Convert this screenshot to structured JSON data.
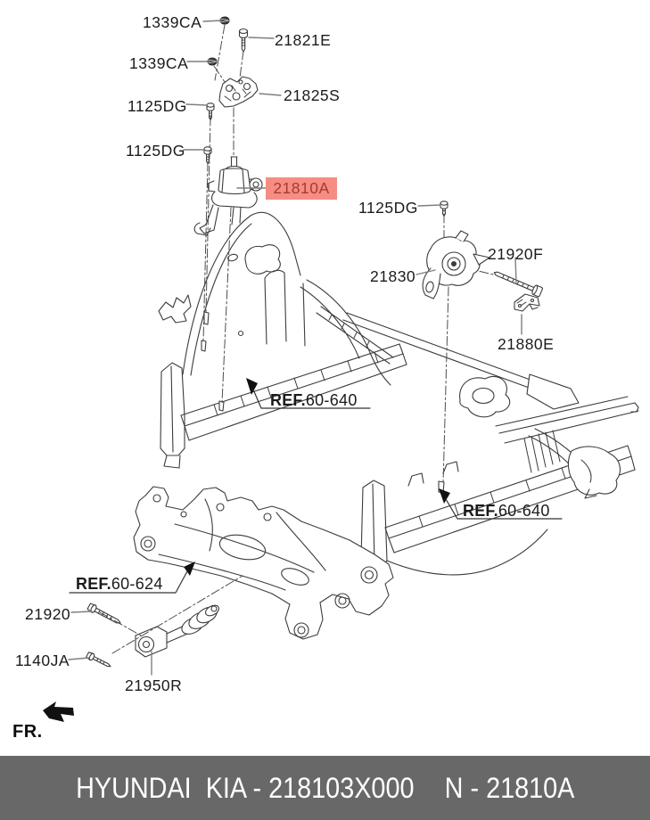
{
  "diagram": {
    "callouts": {
      "c1339ca_1": "1339CA",
      "c21821e": "21821E",
      "c1339ca_2": "1339CA",
      "c21825s": "21825S",
      "c1125dg_1": "1125DG",
      "c1125dg_2": "1125DG",
      "c21810a": "21810A",
      "c1125dg_3": "1125DG",
      "c21830": "21830",
      "c21920f": "21920F",
      "c21880e": "21880E",
      "c21920": "21920",
      "c1140ja": "1140JA",
      "c21950r": "21950R"
    },
    "references": {
      "prefix": "REF.",
      "engine_room_1": "60-640",
      "engine_room_2": "60-640",
      "crossmember": "60-624"
    },
    "front_marker": "FR.",
    "highlight": {
      "bg": "#f68d82",
      "text_color": "#a43a31"
    }
  },
  "footer": {
    "brand_part": "HYUNDAI  KIA - 218103X000",
    "ref_part": "N - 21810A",
    "bg": "#686868",
    "text_color": "#ffffff"
  }
}
